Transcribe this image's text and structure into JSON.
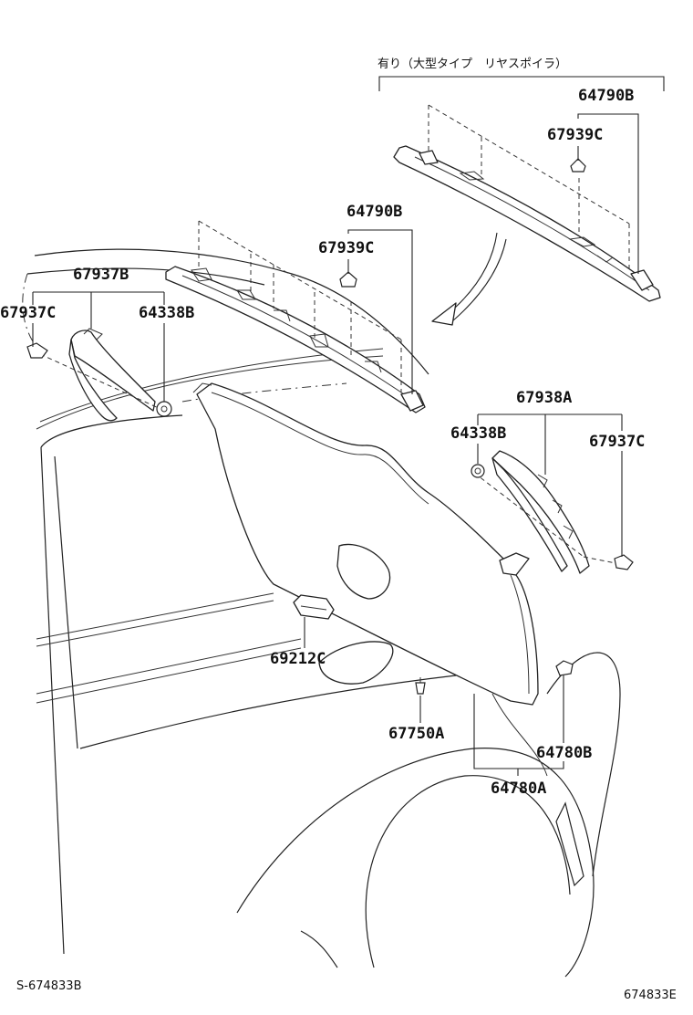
{
  "diagram": {
    "option_note": "有り（大型タイプ　リヤスポイラ）",
    "callouts": {
      "c64790B_top": "64790B",
      "c67939C_top": "67939C",
      "c64790B_mid": "64790B",
      "c67939C_mid": "67939C",
      "c67937B": "67937B",
      "c67937C_left": "67937C",
      "c64338B_left": "64338B",
      "c67938A": "67938A",
      "c64338B_right": "64338B",
      "c67937C_right": "67937C",
      "c69212C": "69212C",
      "c67750A": "67750A",
      "c64780B": "64780B",
      "c64780A": "64780A"
    },
    "ref_left": "S-674833B",
    "ref_right": "674833E"
  }
}
